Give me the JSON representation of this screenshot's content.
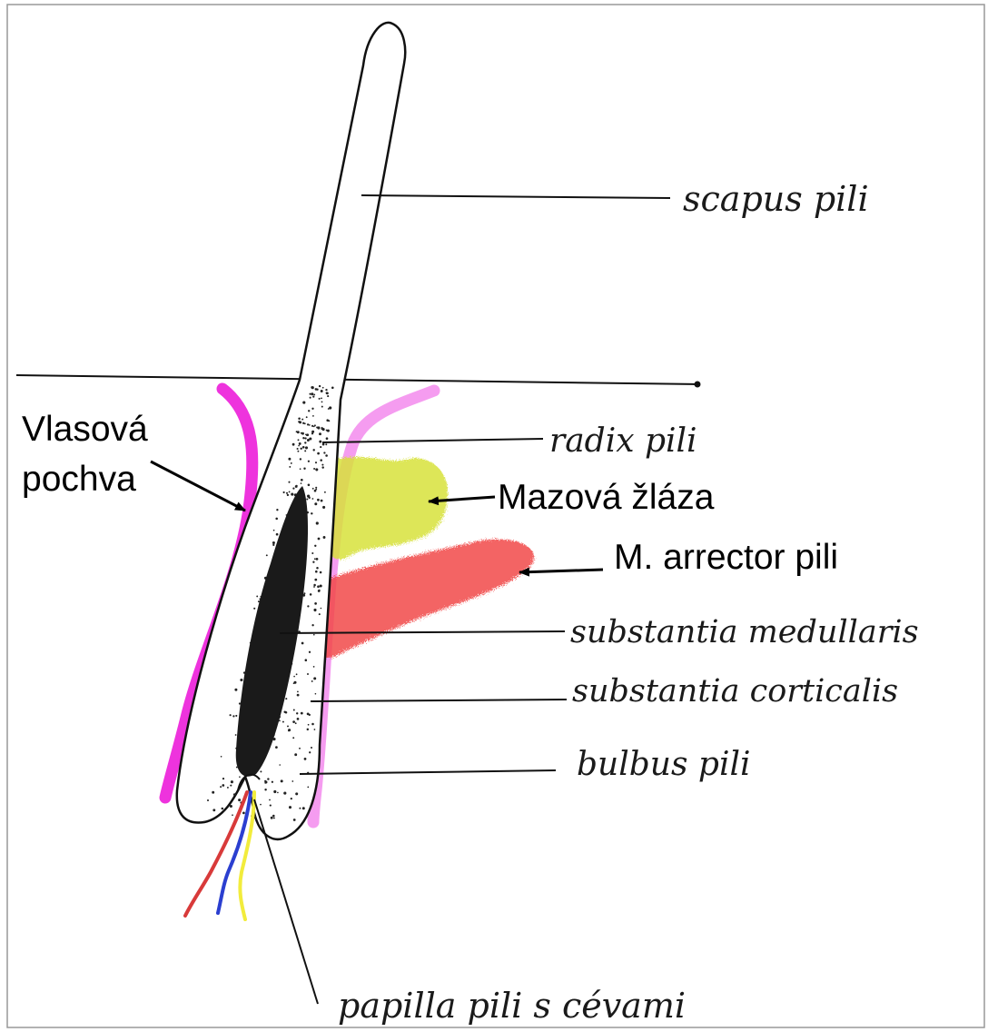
{
  "labels": {
    "scapus": "scapus pili",
    "radix": "radix pili",
    "sheath_line1": "Vlasová",
    "sheath_line2": "pochva",
    "sebaceous": "Mazová žláza",
    "arrector": "M. arrector pili",
    "medulla": "substantia medullaris",
    "cortex": "substantia corticalis",
    "bulbus": "bulbus pili",
    "papilla": "papilla pili s cévami"
  },
  "colors": {
    "outline": "#111111",
    "sheath_magenta": "#ee33dd",
    "sheath_pink": "#f59cf0",
    "gland_yellow": "#d8e23a",
    "arrector_red": "#f24848",
    "medulla_black": "#1a1a1a",
    "vessel_red": "#d83a3a",
    "vessel_blue": "#2b3fd0",
    "vessel_yellow": "#f2ec3c"
  }
}
